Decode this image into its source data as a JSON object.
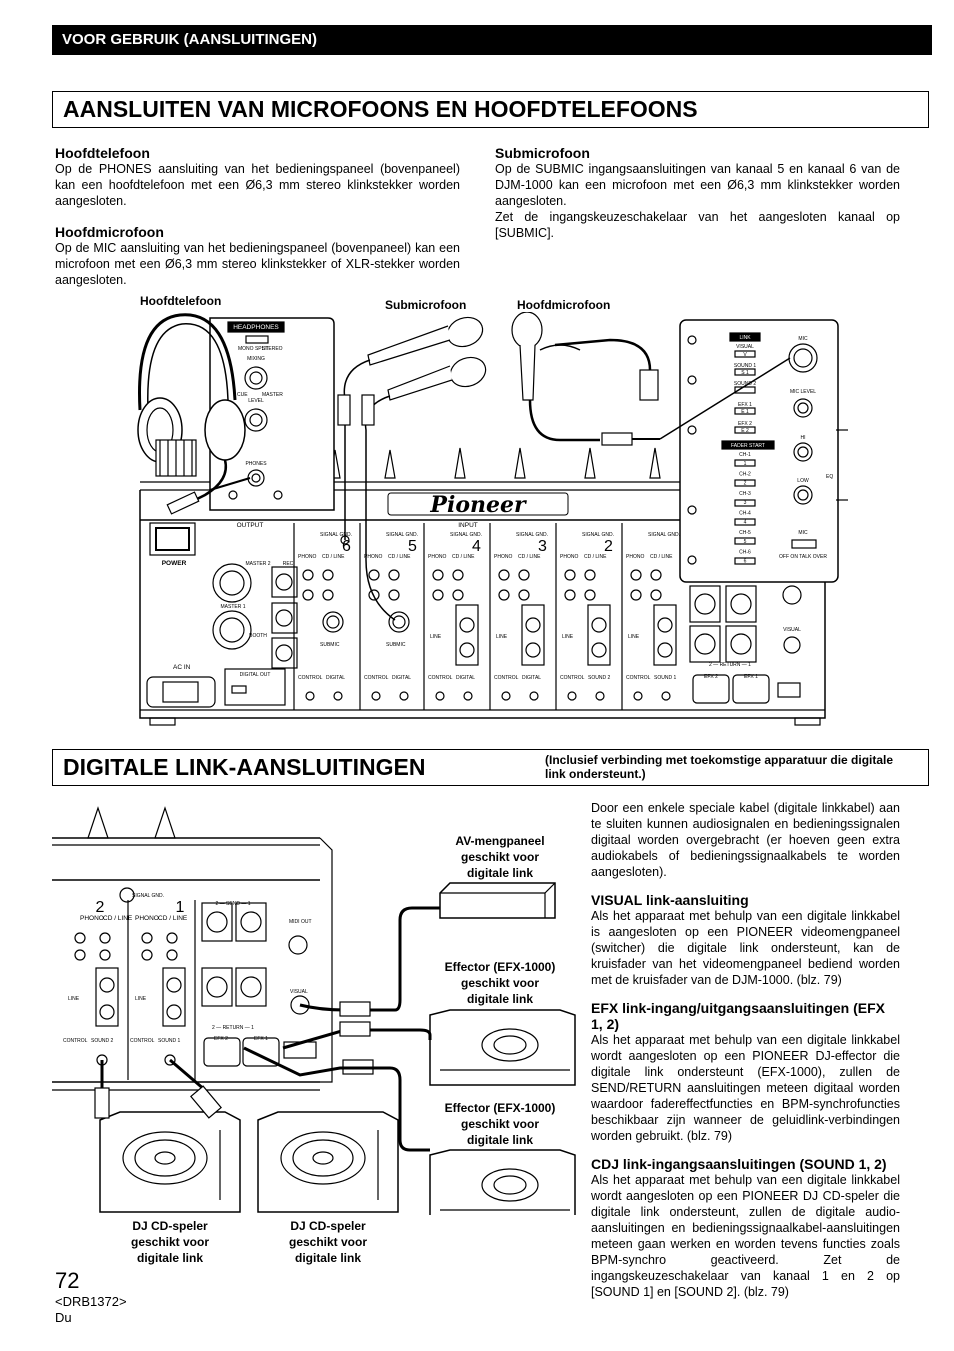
{
  "header": {
    "section": "VOOR GEBRUIK (AANSLUITINGEN)"
  },
  "section1": {
    "title": "AANSLUITEN VAN MICROFOONS EN HOOFDTELEFOONS",
    "hoofdtelefoon": {
      "heading": "Hoofdtelefoon",
      "text": "Op de PHONES aansluiting van het bedieningspaneel (bovenpaneel) kan een hoofdtelefoon met een Ø6,3 mm stereo klinkstekker worden aangesloten."
    },
    "hoofdmicrofoon": {
      "heading": "Hoofdmicrofoon",
      "text": "Op de MIC aansluiting van het bedieningspaneel (bovenpaneel) kan een microfoon met een Ø6,3 mm stereo klinkstekker of XLR-stekker worden aangesloten."
    },
    "submicrofoon": {
      "heading": "Submicrofoon",
      "text1": "Op de SUBMIC ingangsaansluitingen van kanaal 5 en kanaal 6 van de DJM-1000 kan een microfoon met een Ø6,3 mm klinkstekker worden aangesloten.",
      "text2": "Zet de ingangskeuzeschakelaar van het aangesloten kanaal op [SUBMIC]."
    },
    "diagram_labels": {
      "hoofdtelefoon": "Hoofdtelefoon",
      "submicrofoon": "Submicrofoon",
      "hoofdmicrofoon": "Hoofdmicrofoon"
    },
    "mixer_panel": {
      "headphones": "HEADPHONES",
      "mono_split": "MONO SPLIT",
      "stereo": "STEREO",
      "mixing": "MIXING",
      "cue": "CUE",
      "master": "MASTER",
      "level": "LEVEL",
      "phones": "PHONES",
      "brand": "Pioneer",
      "output": "OUTPUT",
      "input": "INPUT",
      "power": "POWER",
      "ac_in": "AC IN",
      "master1": "MASTER 1",
      "master2": "MASTER 2",
      "rec": "REC",
      "booth": "BOOTH",
      "digital_out": "DIGITAL OUT",
      "signal_gnd": "SIGNAL GND.",
      "phono": "PHONO",
      "cd_line": "CD / LINE",
      "submic": "SUBMIC",
      "line": "LINE",
      "control": "CONTROL",
      "digital": "DIGITAL",
      "sound1": "SOUND 1",
      "sound2": "SOUND 2",
      "return": "2 — RETURN — 1",
      "efx1": "EFX 1",
      "efx2": "EFX 2",
      "visual": "VISUAL",
      "channels": [
        "6",
        "5",
        "4",
        "3",
        "2"
      ]
    },
    "top_panel": {
      "link": "LINK",
      "visual": "VISUAL",
      "v": "V",
      "sound1": "SOUND 1",
      "s1": "S 1",
      "sound2": "SOUND 2",
      "efx1": "EFX 1",
      "e1": "E 1",
      "efx2": "EFX 2",
      "e2": "E 2",
      "fader_start": "FADER START",
      "ch_list": [
        "CH-1",
        "CH-2",
        "CH-3",
        "CH-4",
        "CH-5",
        "CH-6"
      ],
      "ch_nums": [
        "1",
        "2",
        "3",
        "4",
        "5",
        "6"
      ],
      "mic": "MIC",
      "mic_level": "MIC LEVEL",
      "hi": "HI",
      "low": "LOW",
      "eq": "EQ",
      "off_on_talk": "OFF ON TALK OVER"
    }
  },
  "section2": {
    "title": "DIGITALE LINK-AANSLUITINGEN",
    "subtitle": "(Inclusief verbinding met toekomstige apparatuur die digitale link ondersteunt.)",
    "intro": "Door een enkele speciale kabel (digitale linkkabel) aan te sluiten kunnen audiosignalen en bedieningssignalen digitaal worden overgebracht (er hoeven geen extra audiokabels of bedieningssignaalkabels te worden aangesloten).",
    "visual": {
      "heading": "VISUAL link-aansluiting",
      "text": "Als het apparaat met behulp van een digitale linkkabel is aangesloten op een PIONEER videomengpaneel (switcher) die digitale link ondersteunt, kan de kruisfader van het videomengpaneel bediend worden met de kruisfader van de DJM-1000. (blz. 79)"
    },
    "efx": {
      "heading": "EFX link-ingang/uitgangsaansluitingen (EFX 1, 2)",
      "text": "Als het apparaat met behulp van een digitale linkkabel wordt aangesloten op een PIONEER DJ-effector die digitale link ondersteunt (EFX-1000), zullen de SEND/RETURN aansluitingen meteen digitaal worden waardoor fadereffectfuncties en BPM-synchrofuncties beschikbaar zijn wanneer de geluidlink-verbindingen worden gebruikt. (blz. 79)"
    },
    "cdj": {
      "heading": "CDJ link-ingangsaansluitingen (SOUND 1, 2)",
      "text": "Als het apparaat met behulp van een digitale linkkabel wordt aangesloten op een PIONEER DJ CD-speler die digitale link ondersteunt, zullen de digitale audio-aansluitingen en bedieningssignaalkabel-aansluitingen meteen gaan werken en worden tevens functies zoals BPM-synchro geactiveerd. Zet de ingangskeuzeschakelaar van kanaal 1 en 2 op [SOUND 1] en [SOUND 2]. (blz. 79)"
    },
    "captions": {
      "av_mixer": "AV-mengpaneel geschikt voor digitale link",
      "effector1": "Effector (EFX-1000) geschikt voor digitale link",
      "effector2": "Effector (EFX-1000) geschikt voor digitale link",
      "cdj1": "DJ CD-speler geschikt voor digitale link",
      "cdj2": "DJ CD-speler geschikt voor digitale link"
    },
    "panel": {
      "signal_gnd": "SIGNAL GND.",
      "phono": "PHONO",
      "cd_line": "CD / LINE",
      "send": "2 — SEND — 1",
      "midi_out": "MIDI OUT",
      "line": "LINE",
      "visual": "VISUAL",
      "return": "2 — RETURN — 1",
      "control": "CONTROL",
      "sound1": "SOUND 1",
      "sound2": "SOUND 2",
      "efx1": "EFX 1",
      "efx2": "EFX 2",
      "ch2": "2",
      "ch1": "1"
    }
  },
  "footer": {
    "page": "72",
    "code": "<DRB1372>",
    "lang": "Du"
  }
}
